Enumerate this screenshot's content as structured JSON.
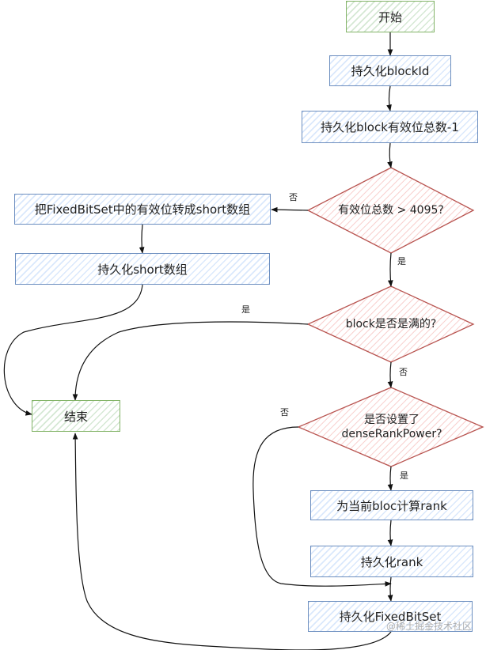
{
  "nodes": {
    "start": "开始",
    "persist_block_id": "持久化blockId",
    "persist_valid_total": "持久化block有效位总数-1",
    "decision_total": "有效位总数 > 4095?",
    "convert_short": "把FixedBitSet中的有效位转成short数组",
    "persist_short": "持久化short数组",
    "decision_full": "block是否是满的?",
    "end": "结束",
    "decision_rank_line1": "是否设置了",
    "decision_rank_line2": "denseRankPower?",
    "compute_rank": "为当前bloc计算rank",
    "persist_rank": "持久化rank",
    "persist_fixedbitset": "持久化FixedBitSet"
  },
  "edge_labels": {
    "total_no": "否",
    "total_yes": "是",
    "full_yes": "是",
    "full_no": "否",
    "rank_no": "否",
    "rank_yes": "是"
  },
  "watermark": "@稀土掘金技术社区",
  "colors": {
    "blue_stroke": "#6c8ebf",
    "blue_fill": "#dae8fc",
    "green_stroke": "#82b366",
    "green_fill": "#d5e8d4",
    "red_stroke": "#b85450",
    "red_fill": "#f8cecc",
    "edge": "#111111"
  }
}
